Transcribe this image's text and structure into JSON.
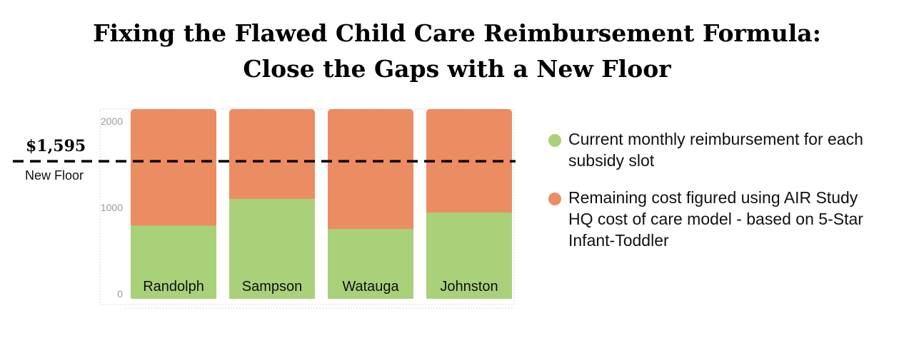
{
  "title_line1": "Fixing the Flawed Child Care Reimbursement Formula:",
  "title_line2": "Close the Gaps with a New Floor",
  "colors": {
    "current": "#a9d17a",
    "remaining": "#ec8c62",
    "floor_line": "#000000"
  },
  "chart_data": {
    "type": "bar",
    "stacked": true,
    "categories": [
      "Randolph",
      "Sampson",
      "Watauga",
      "Johnston"
    ],
    "series": [
      {
        "name": "Current monthly reimbursement for each subsidy slot",
        "values": [
          850,
          1160,
          810,
          1000
        ]
      },
      {
        "name": "Remaining cost figured using AIR Study HQ cost of care model - based on 5-Star Infant-Toddler",
        "values": [
          1350,
          1040,
          1390,
          1200
        ]
      }
    ],
    "ylim": [
      0,
      2200
    ],
    "yticks": [
      0,
      1000,
      2000
    ],
    "xlabel": "",
    "ylabel": "",
    "reference_line": {
      "value": 1595,
      "value_label": "$1,595",
      "label": "New Floor"
    },
    "legend_position": "right"
  }
}
